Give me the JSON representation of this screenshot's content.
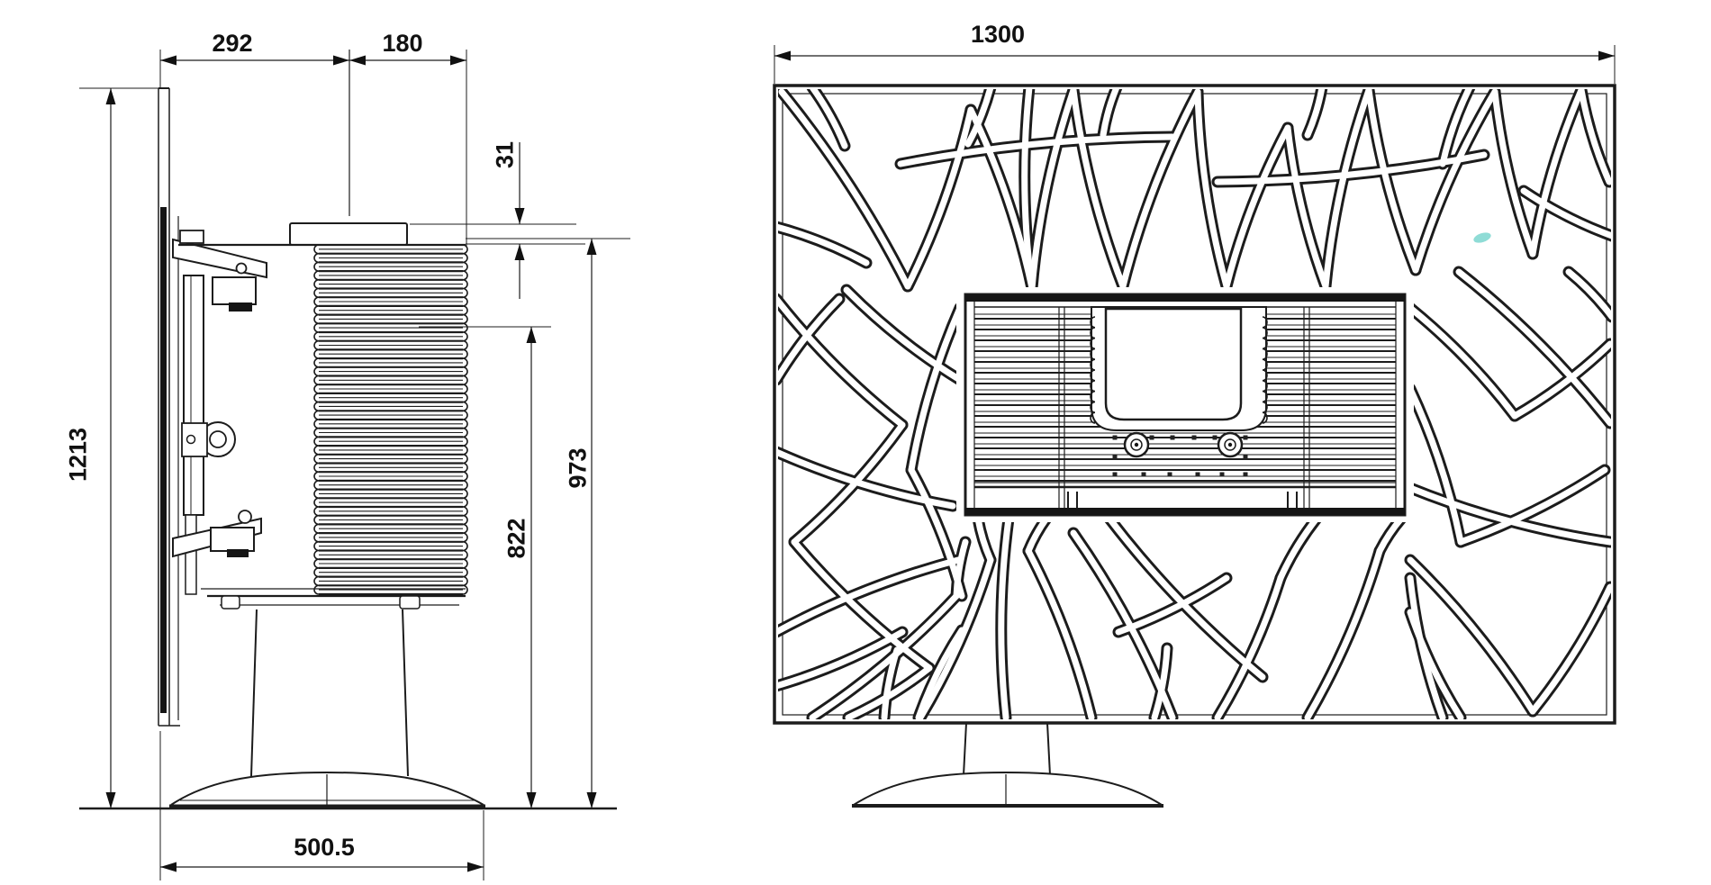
{
  "drawing": {
    "kind": "stove-technical-drawing",
    "colors": {
      "ink": "#1c1c1c",
      "paper": "#ffffff",
      "highlight": "#8fdcd6"
    },
    "dims": {
      "wall_to_flue": "292",
      "flue_to_front": "180",
      "top_gap": "31",
      "overall_height": "1213",
      "body_height": "973",
      "outlet_height": "822",
      "base_width": "500.5",
      "front_width": "1300"
    }
  }
}
